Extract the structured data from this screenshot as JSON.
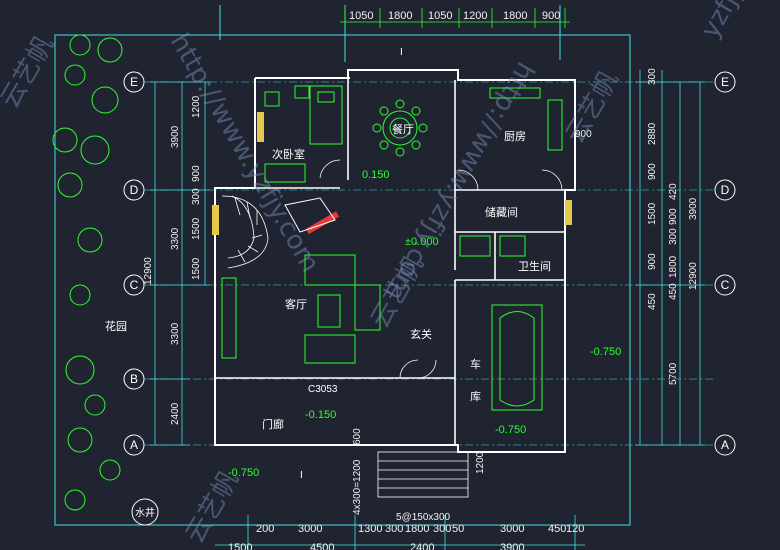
{
  "rooms": {
    "master_bedroom": "次卧室",
    "dining": "餐厅",
    "kitchen": "厨房",
    "storage": "储藏间",
    "bathroom": "卫生间",
    "living": "客厅",
    "foyer": "玄关",
    "garage_1": "车",
    "garage_2": "库",
    "porch": "门廊",
    "garden": "花园",
    "well": "水井"
  },
  "levels": {
    "dining_step": "0.150",
    "main_floor": "±0.000",
    "garage_right": "-0.750",
    "garage_floor": "-0.750",
    "porch": "-0.150",
    "outside_left": "-0.750"
  },
  "window_tag": "C3053",
  "stair_note": "4x300=1200",
  "stair_rise": "600",
  "stair_note_bottom": "5@150x300",
  "section_mark": "I",
  "axes": {
    "rows": [
      "E",
      "D",
      "C",
      "B",
      "A"
    ]
  },
  "dims": {
    "top": [
      "1050",
      "1800",
      "1050",
      "1200",
      "1800",
      "900"
    ],
    "bottom_1": [
      "200",
      "3000",
      "1300",
      "300",
      "1800",
      "300",
      "50",
      "3000",
      "450",
      "120"
    ],
    "bottom_2": [
      "1500",
      "4500",
      "2400",
      "3900"
    ],
    "left_1": [
      "1200",
      "900",
      "300",
      "1500",
      "1500"
    ],
    "left_2": [
      "3900",
      "3300",
      "3300",
      "2400"
    ],
    "left_total": "12900",
    "right_1": [
      "300",
      "2880",
      "900",
      "1500",
      "900",
      "450"
    ],
    "right_2": [
      "420",
      "900",
      "300",
      "1800",
      "450"
    ],
    "right_3": [
      "3900",
      "5700"
    ],
    "right_total": "12900",
    "kitchen_width": "900",
    "garage_depth": "1200"
  },
  "watermarks": [
    "云艺帆",
    "http://www.yzfjy.com",
    "云艺帆",
    "http://www.yzfjy.com",
    "云艺帆",
    "yzfjy",
    "云艺帆"
  ]
}
